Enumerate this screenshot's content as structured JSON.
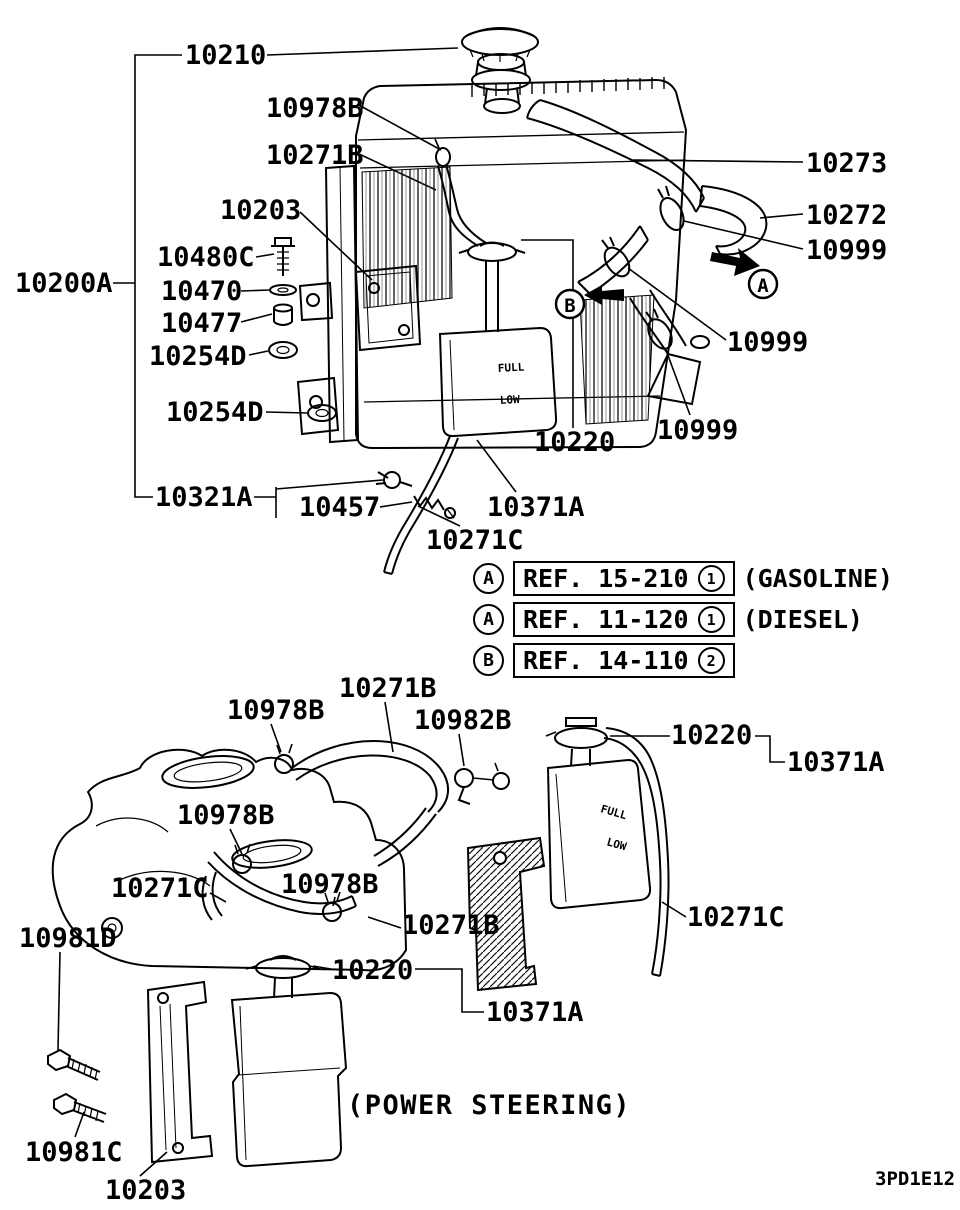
{
  "page": {
    "drawing_code": "3PD1E12",
    "power_steering_note": "(POWER STEERING)"
  },
  "tank": {
    "full": "FULL",
    "low": "LOW"
  },
  "callouts": {
    "a": "A",
    "b": "B"
  },
  "refs": [
    {
      "marker": "A",
      "label": "REF. 15-210",
      "number": "1",
      "note": "(GASOLINE)"
    },
    {
      "marker": "A",
      "label": "REF. 11-120",
      "number": "1",
      "note": "(DIESEL)"
    },
    {
      "marker": "B",
      "label": "REF. 14-110",
      "number": "2",
      "note": ""
    }
  ],
  "labels": [
    {
      "part": "10210"
    },
    {
      "part": "10978B"
    },
    {
      "part": "10271B"
    },
    {
      "part": "10273"
    },
    {
      "part": "10272"
    },
    {
      "part": "10999"
    },
    {
      "part": "10203"
    },
    {
      "part": "10480C"
    },
    {
      "part": "10470"
    },
    {
      "part": "10477"
    },
    {
      "part": "10254D"
    },
    {
      "part": "10200A"
    },
    {
      "part": "10254D"
    },
    {
      "part": "10999"
    },
    {
      "part": "10999"
    },
    {
      "part": "10220"
    },
    {
      "part": "10321A"
    },
    {
      "part": "10457"
    },
    {
      "part": "10371A"
    },
    {
      "part": "10271C"
    },
    {
      "part": "10271B"
    },
    {
      "part": "10978B"
    },
    {
      "part": "10982B"
    },
    {
      "part": "10220"
    },
    {
      "part": "10371A"
    },
    {
      "part": "10978B"
    },
    {
      "part": "10271C"
    },
    {
      "part": "10978B"
    },
    {
      "part": "10981D"
    },
    {
      "part": "10271B"
    },
    {
      "part": "10271C"
    },
    {
      "part": "10220"
    },
    {
      "part": "10371A"
    },
    {
      "part": "10981C"
    },
    {
      "part": "10203"
    }
  ]
}
